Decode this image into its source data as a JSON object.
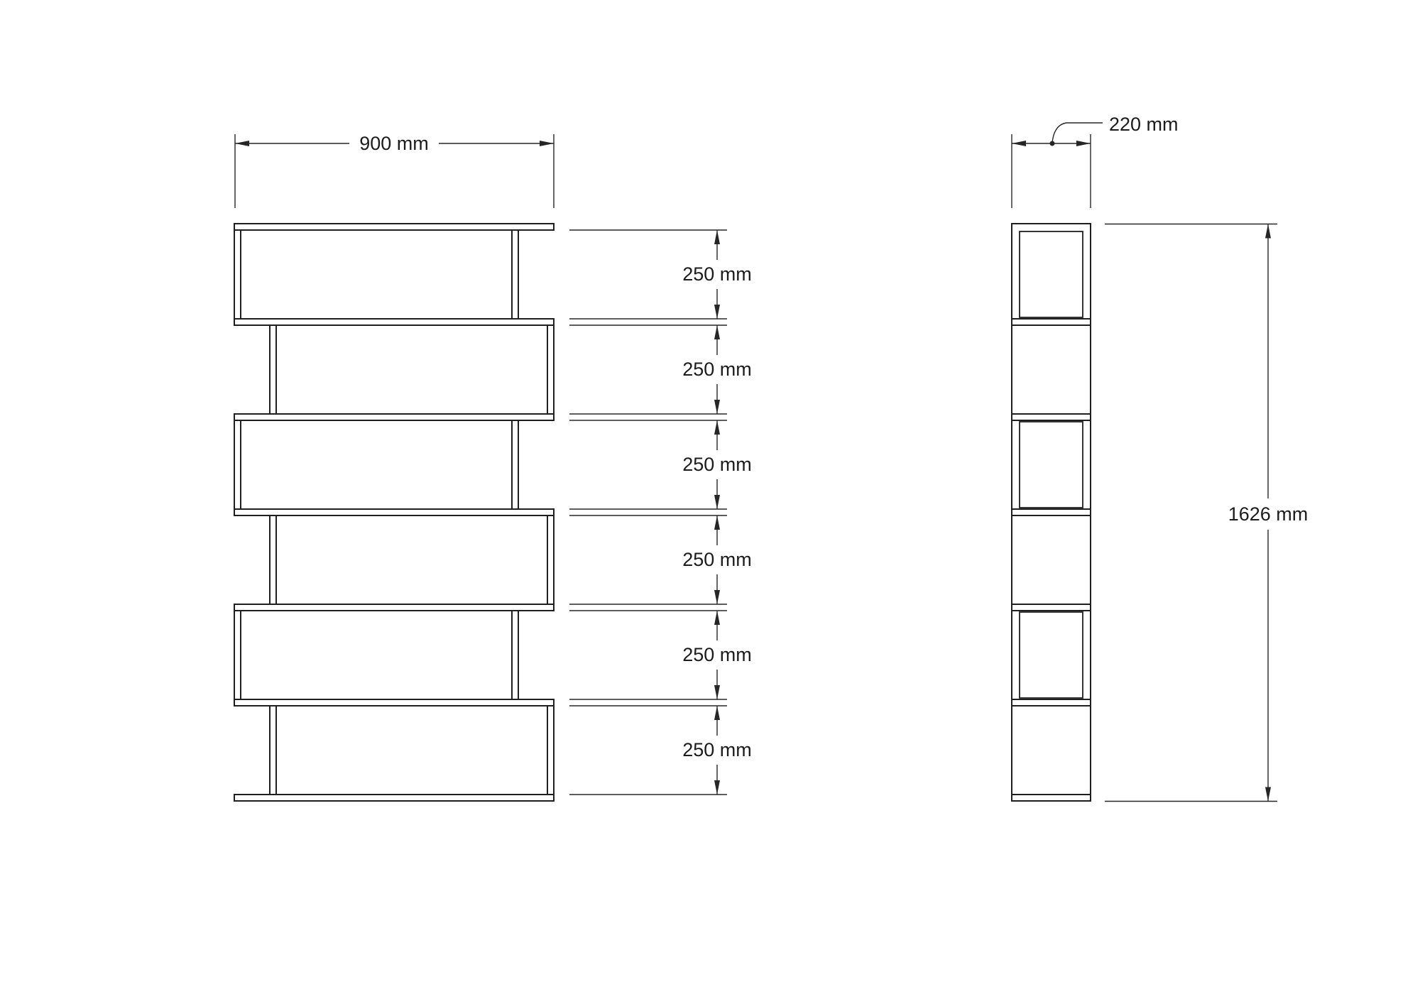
{
  "canvas": {
    "background": "#ffffff",
    "line_color": "#1f1f1f",
    "dimension_color": "#262626"
  },
  "drawing": {
    "front_view_compartments": 6,
    "front_view_shelf_boards": 7,
    "side_view_paneled_compartments": 3
  },
  "dimensions": {
    "width": {
      "label": "900 mm",
      "value": 900,
      "unit": "mm"
    },
    "depth": {
      "label": "220 mm",
      "value": 220,
      "unit": "mm"
    },
    "height": {
      "label": "1626 mm",
      "value": 1626,
      "unit": "mm"
    },
    "shelf_spacings": [
      {
        "label": "250 mm",
        "value": 250,
        "unit": "mm"
      },
      {
        "label": "250 mm",
        "value": 250,
        "unit": "mm"
      },
      {
        "label": "250 mm",
        "value": 250,
        "unit": "mm"
      },
      {
        "label": "250 mm",
        "value": 250,
        "unit": "mm"
      },
      {
        "label": "250 mm",
        "value": 250,
        "unit": "mm"
      },
      {
        "label": "250 mm",
        "value": 250,
        "unit": "mm"
      }
    ]
  }
}
